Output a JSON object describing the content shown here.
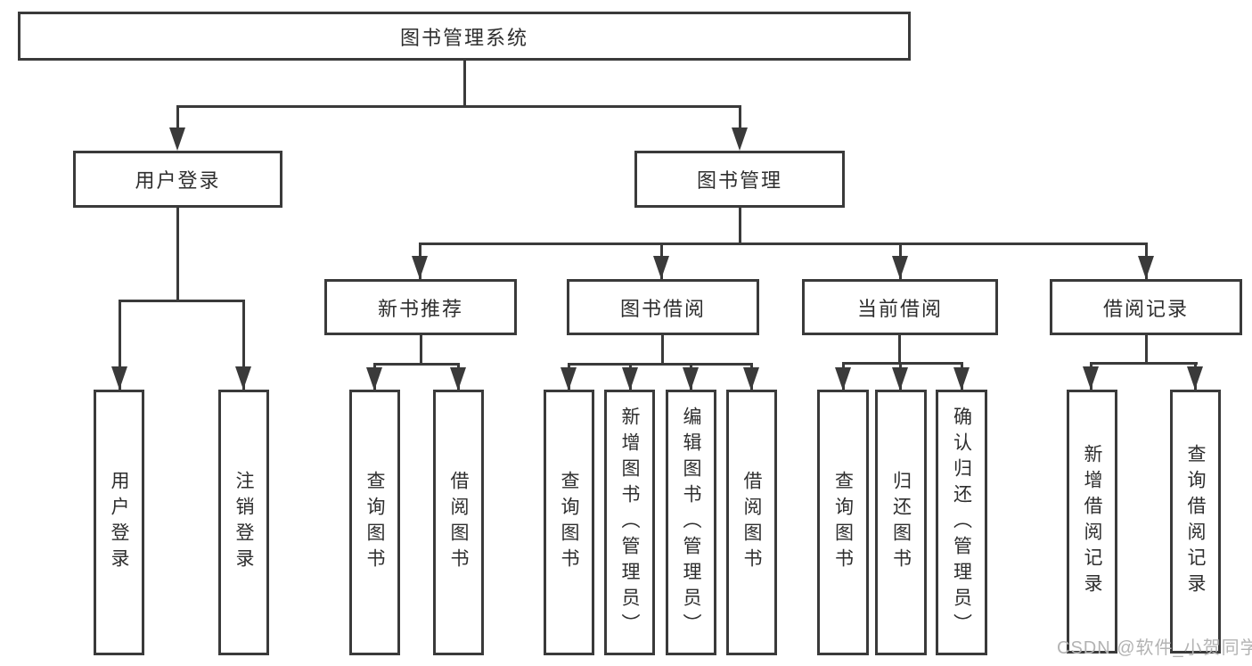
{
  "colors": {
    "line": "#3a3a3a",
    "text": "#2e2e2e",
    "background": "#ffffff",
    "watermark_color": "#b3b3b3"
  },
  "watermark": {
    "text": "CSDN @软件_小贺同学"
  },
  "tree": {
    "label": "图书管理系统",
    "children": [
      {
        "label": "用户登录",
        "children": [
          {
            "label": "用户登录"
          },
          {
            "label": "注销登录"
          }
        ]
      },
      {
        "label": "图书管理",
        "children": [
          {
            "label": "新书推荐",
            "children": [
              {
                "label": "查询图书"
              },
              {
                "label": "借阅图书"
              }
            ]
          },
          {
            "label": "图书借阅",
            "children": [
              {
                "label": "查询图书"
              },
              {
                "label": "新增图书（管理员）"
              },
              {
                "label": "编辑图书（管理员）"
              },
              {
                "label": "借阅图书"
              }
            ]
          },
          {
            "label": "当前借阅",
            "children": [
              {
                "label": "查询图书"
              },
              {
                "label": "归还图书"
              },
              {
                "label": "确认归还（管理员）"
              }
            ]
          },
          {
            "label": "借阅记录",
            "children": [
              {
                "label": "新增借阅记录"
              },
              {
                "label": "查询借阅记录"
              }
            ]
          }
        ]
      }
    ]
  }
}
